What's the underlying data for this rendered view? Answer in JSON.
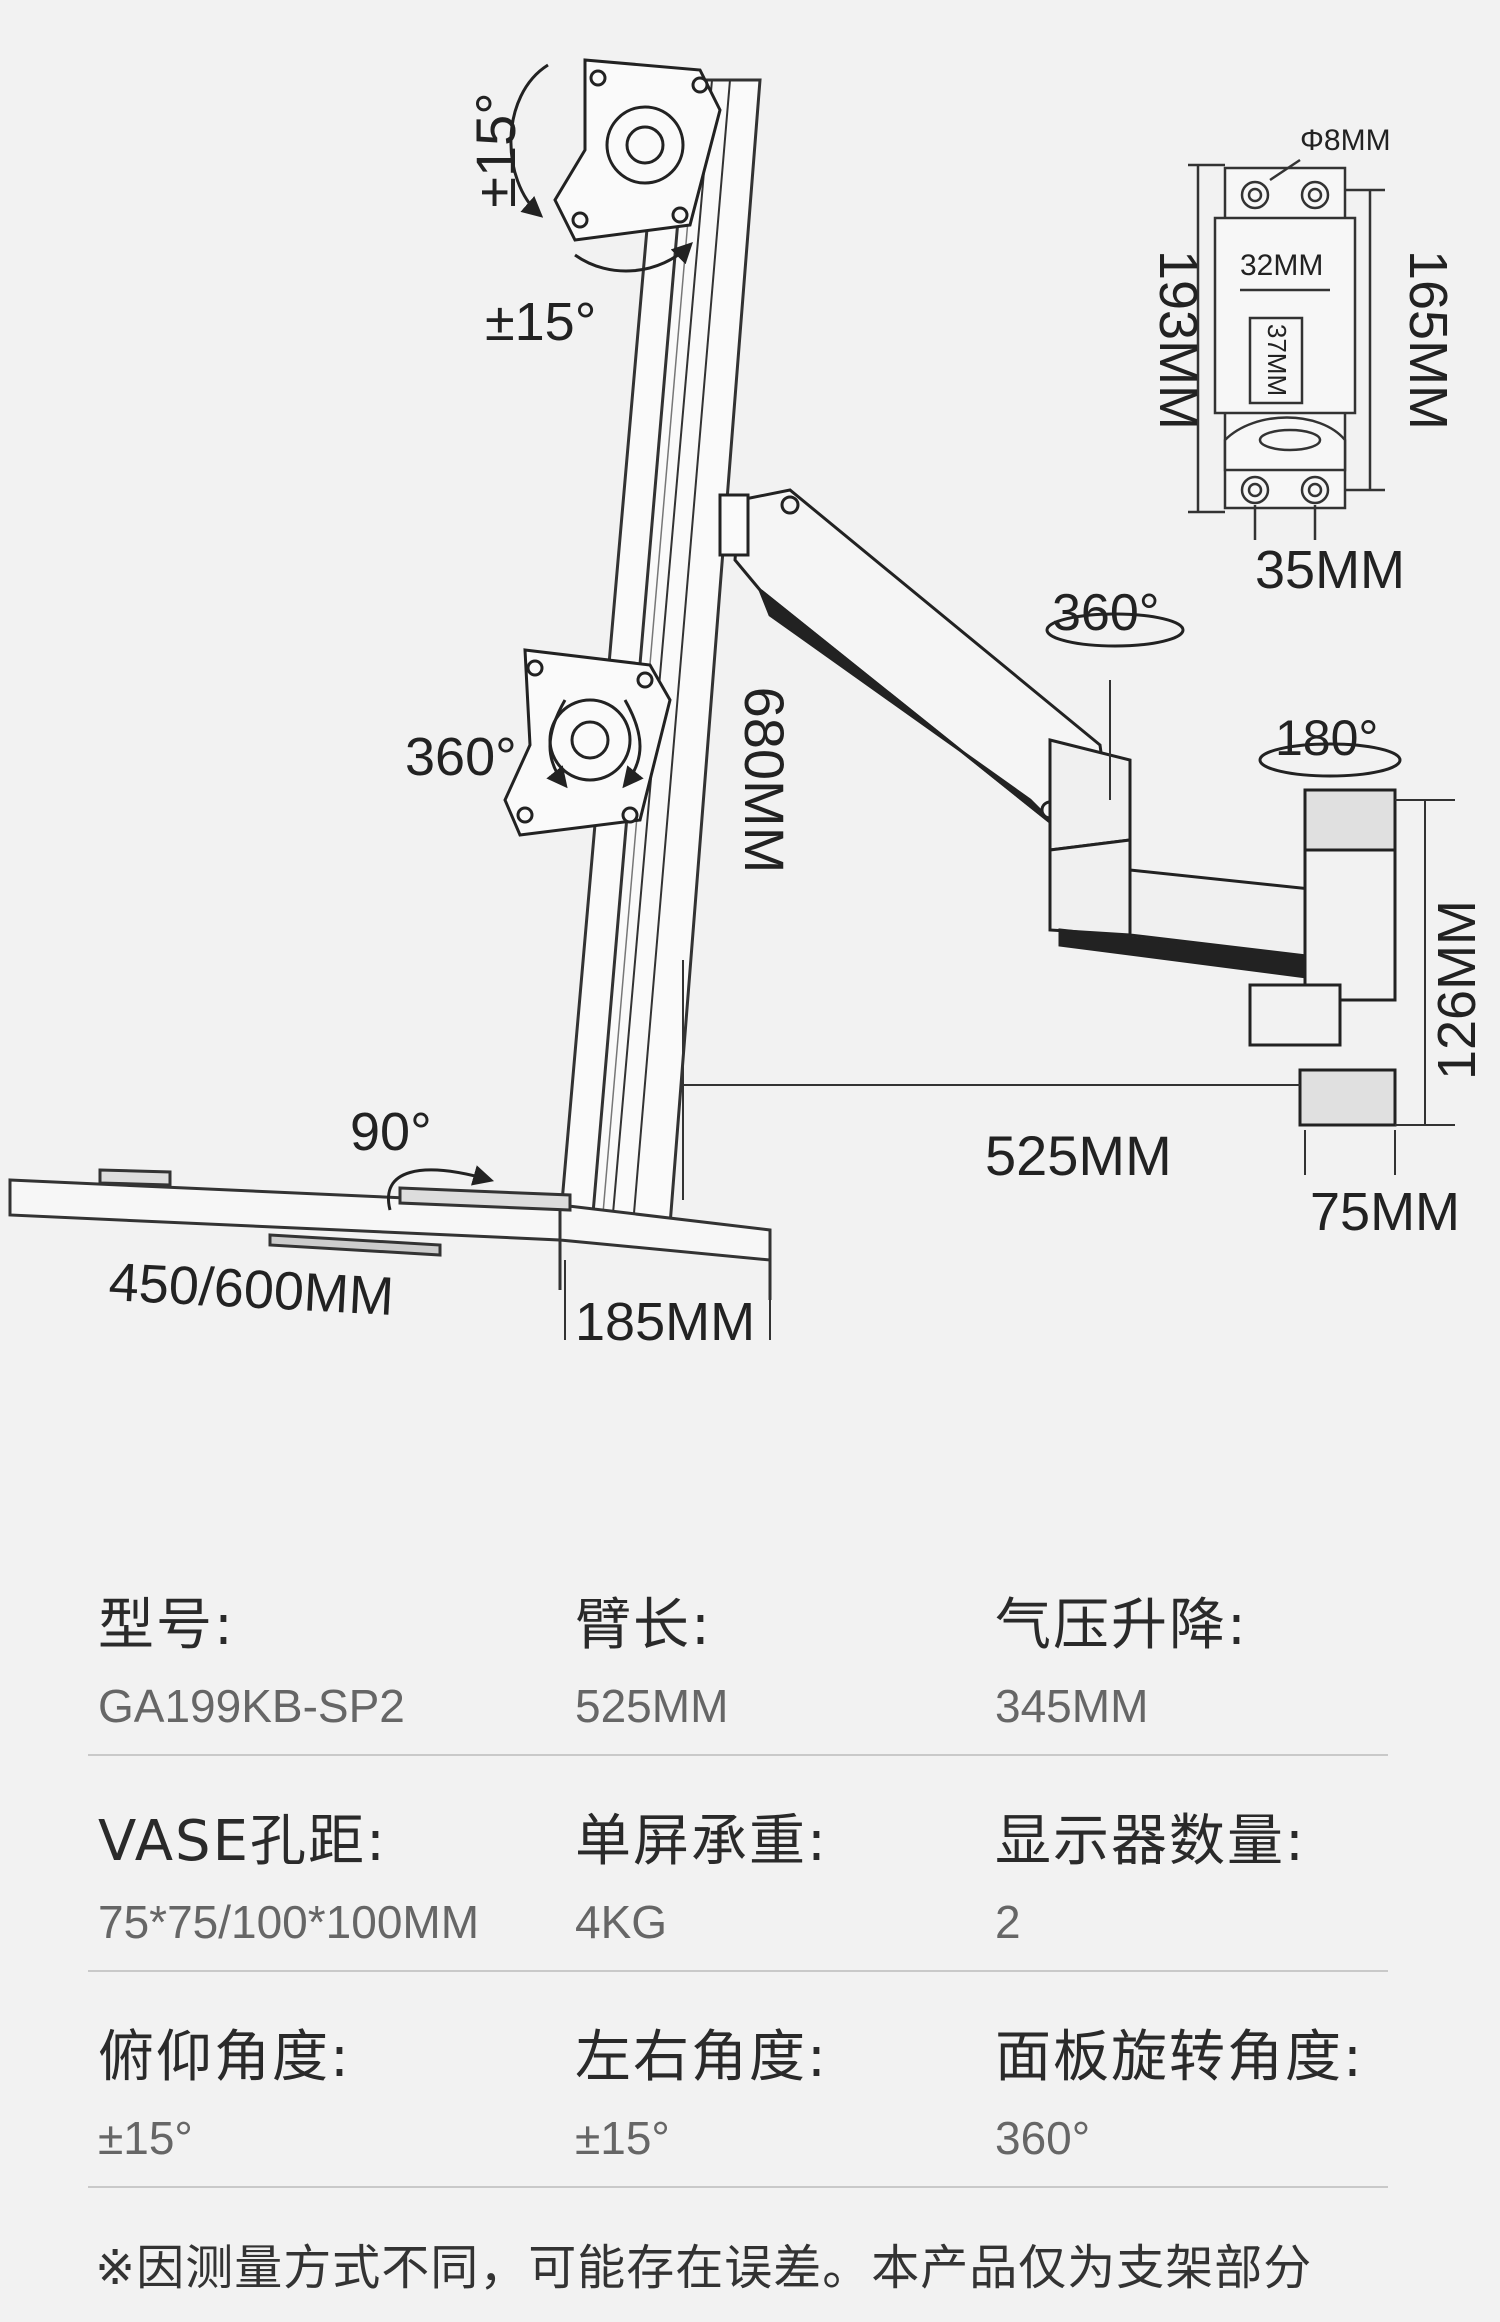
{
  "diagram": {
    "labels": {
      "tilt_vertical": "±15°",
      "tilt_horizontal": "±15°",
      "rotate_lower_plate": "360°",
      "swivel_arm": "360°",
      "swivel_wall": "180°",
      "pole_height": "680MM",
      "arm_length": "525MM",
      "base_angle": "90°",
      "base_length": "450/600MM",
      "base_width": "185MM",
      "wall_height": "126MM",
      "wall_depth": "75MM",
      "plate_hole": "Φ8MM",
      "plate_height": "193MM",
      "plate_inner_height": "165MM",
      "plate_slot_width": "32MM",
      "plate_slot_height": "37MM",
      "plate_hole_spacing": "35MM"
    }
  },
  "specs": [
    [
      {
        "label": "型号:",
        "value": "GA199KB-SP2"
      },
      {
        "label": "臂长:",
        "value": "525MM"
      },
      {
        "label": "气压升降:",
        "value": "345MM"
      }
    ],
    [
      {
        "label": "VASE孔距:",
        "value": "75*75/100*100MM"
      },
      {
        "label": "单屏承重:",
        "value": "4KG"
      },
      {
        "label": "显示器数量:",
        "value": "2"
      }
    ],
    [
      {
        "label": "俯仰角度:",
        "value": "±15°"
      },
      {
        "label": "左右角度:",
        "value": "±15°"
      },
      {
        "label": "面板旋转角度:",
        "value": "360°"
      }
    ]
  ],
  "footnote": "※因测量方式不同，可能存在误差。本产品仅为支架部分"
}
